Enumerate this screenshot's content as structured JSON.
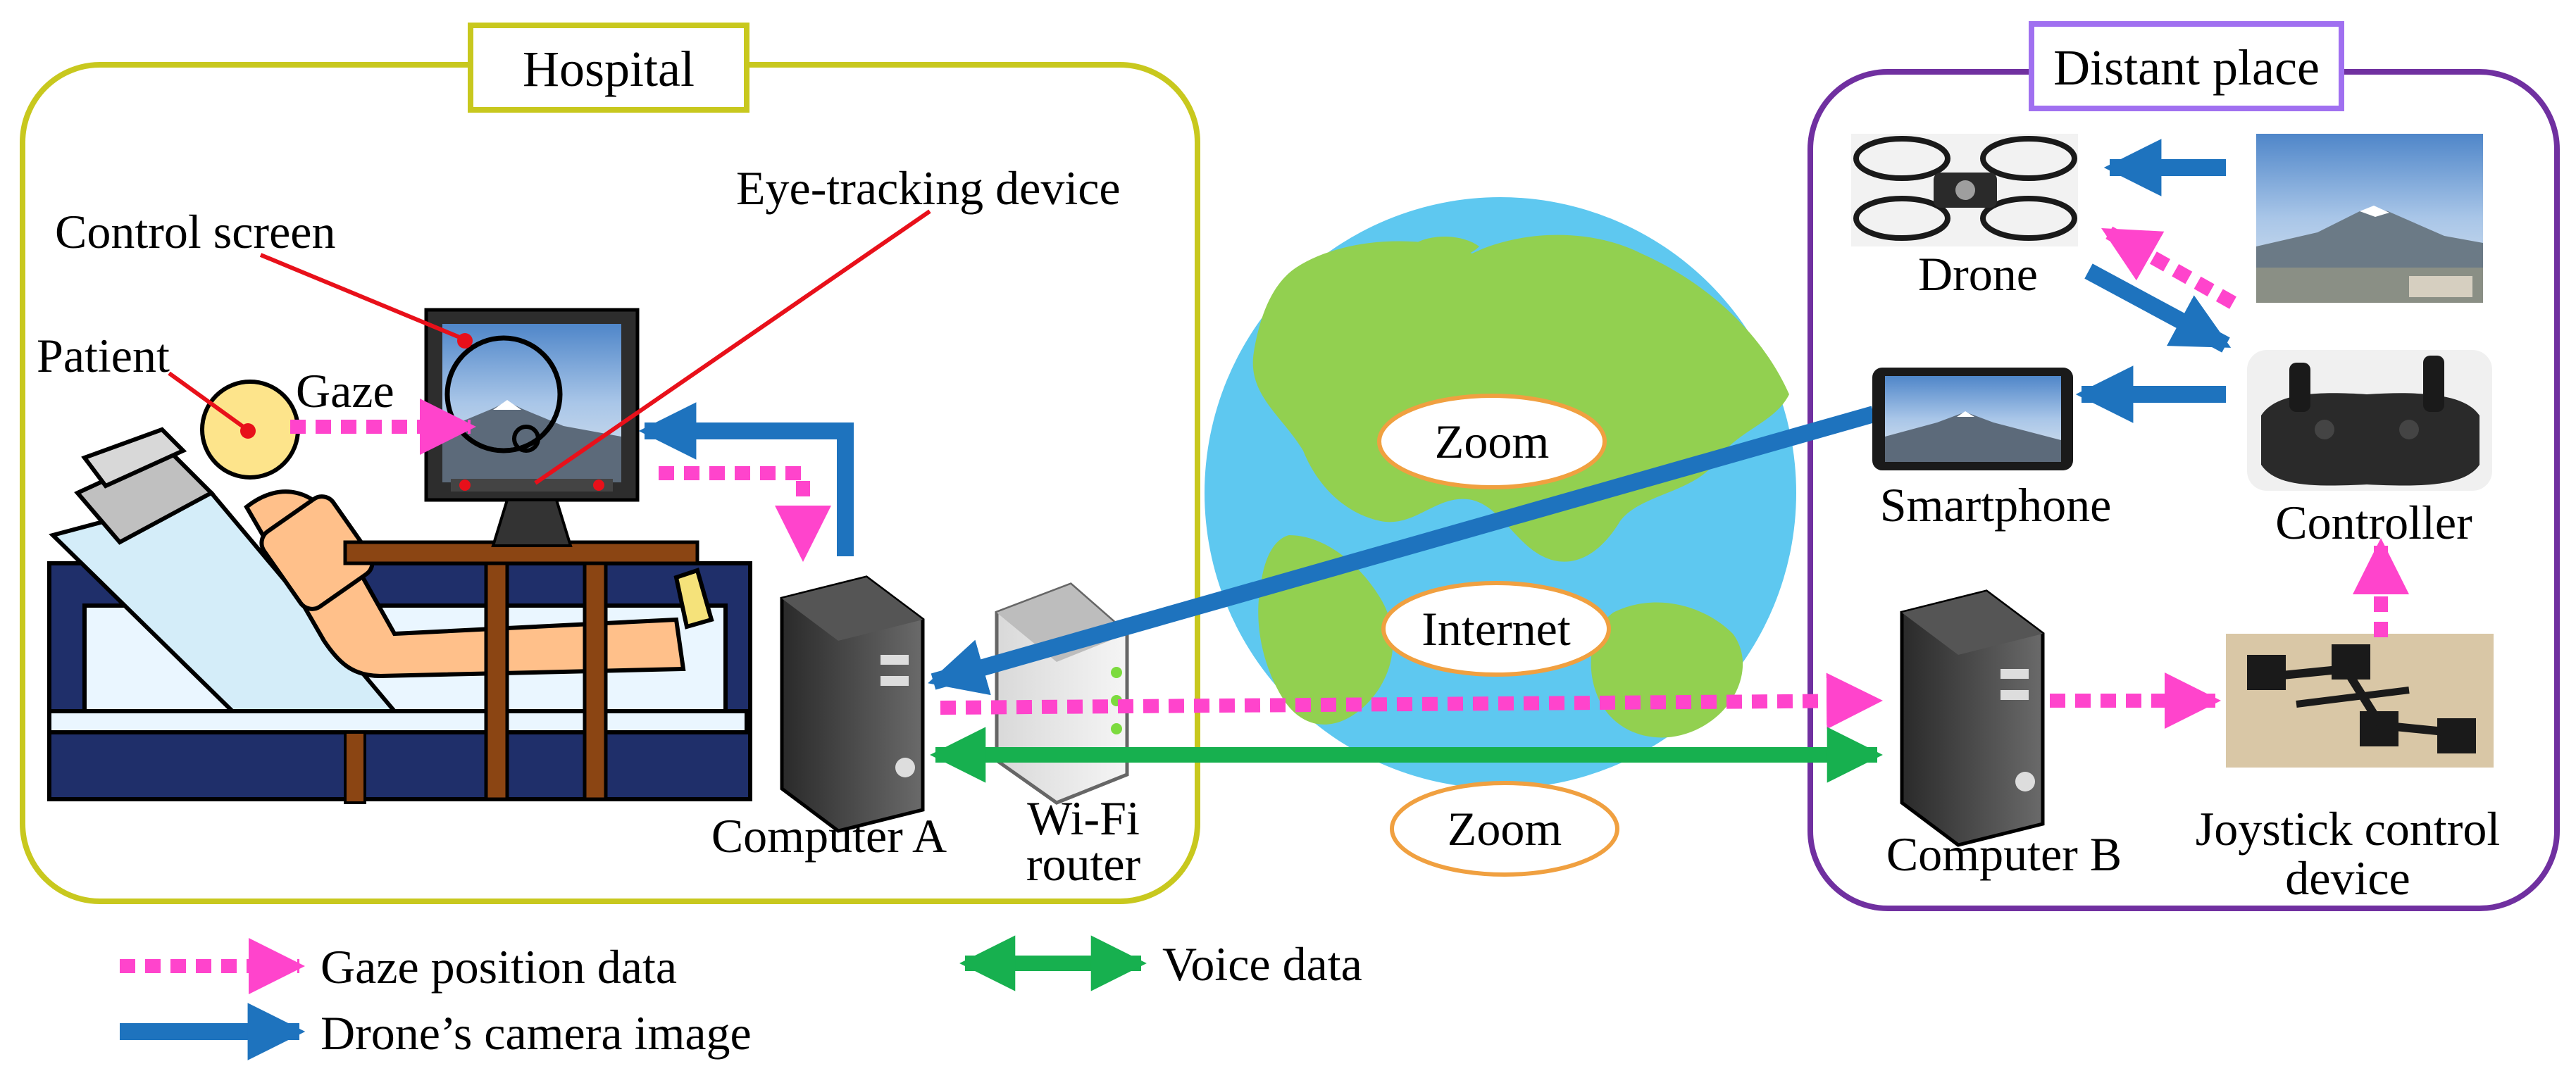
{
  "regions": {
    "hospital": "Hospital",
    "distant": "Distant place"
  },
  "labels": {
    "control_screen": "Control screen",
    "eye_tracking": "Eye-tracking device",
    "patient": "Patient",
    "gaze": "Gaze",
    "computer_a": "Computer A",
    "wifi_line1": "Wi-Fi",
    "wifi_line2": "router",
    "zoom_top": "Zoom",
    "internet": "Internet",
    "zoom_bottom": "Zoom",
    "drone": "Drone",
    "smartphone": "Smartphone",
    "controller": "Controller",
    "computer_b": "Computer B",
    "joystick_line1": "Joystick control",
    "joystick_line2": "device"
  },
  "legend": {
    "gaze_data": "Gaze position data",
    "camera_image": "Drone’s camera image",
    "voice_data": "Voice data"
  },
  "colors": {
    "hospital_border": "#c8c81e",
    "distant_border": "#7030a0",
    "distant_title_border": "#a070f0",
    "gaze_arrow": "#ff44cc",
    "camera_arrow": "#1e73be",
    "voice_arrow": "#17b04f",
    "ocean": "#5ec8f0",
    "land": "#92d050",
    "bubble_border": "#f0a040"
  }
}
